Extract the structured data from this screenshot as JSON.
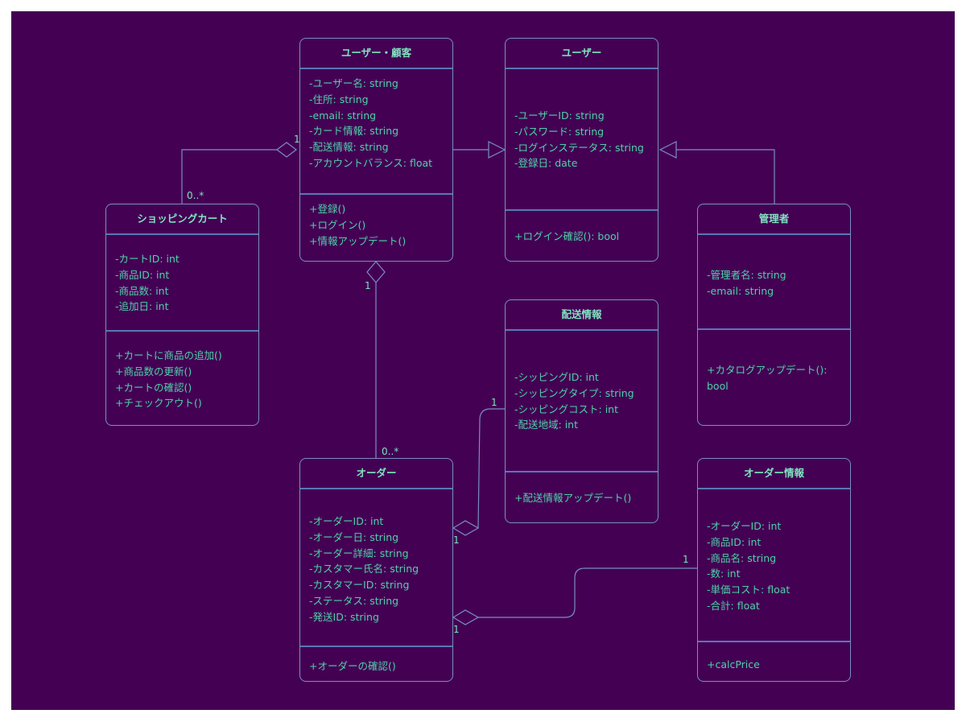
{
  "classes": {
    "customer": {
      "name": "ユーザー・顧客",
      "attributes": [
        "-ユーザー名: string",
        "-住所: string",
        "-email: string",
        "-カード情報: string",
        "-配送情報: string",
        "-アカウントバランス: float"
      ],
      "operations": [
        "+登録()",
        "+ログイン()",
        "+情報アップデート()"
      ]
    },
    "user": {
      "name": "ユーザー",
      "attributes": [
        "-ユーザーID: string",
        "-パスワード: string",
        "-ログインステータス: string",
        "-登録日: date"
      ],
      "operations": [
        "+ログイン確認(): bool"
      ]
    },
    "cart": {
      "name": "ショッピングカート",
      "attributes": [
        "-カートID: int",
        "-商品ID: int",
        "-商品数: int",
        "-追加日: int"
      ],
      "operations": [
        "+カートに商品の追加()",
        "+商品数の更新()",
        "+カートの確認()",
        "+チェックアウト()"
      ]
    },
    "admin": {
      "name": "管理者",
      "attributes": [
        "-管理者名: string",
        "-email: string"
      ],
      "operations": [
        "+カタログアップデート():",
        "bool"
      ]
    },
    "shipping": {
      "name": "配送情報",
      "attributes": [
        "-シッピングID: int",
        "-シッピングタイプ: string",
        "-シッピングコスト: int",
        "-配送地域: int"
      ],
      "operations": [
        "+配送情報アップデート()"
      ]
    },
    "order": {
      "name": "オーダー",
      "attributes": [
        "-オーダーID: int",
        "-オーダー日: string",
        "-オーダー詳細: string",
        "-カスタマー氏名: string",
        "-カスタマーID: string",
        "-ステータス: string",
        "-発送ID: string"
      ],
      "operations": [
        "+オーダーの確認()"
      ]
    },
    "detail": {
      "name": "オーダー情報",
      "attributes": [
        "-オーダーID: int",
        "-商品ID: int",
        "-商品名: string",
        "-数: int",
        "-単価コスト: float",
        "-合計: float"
      ],
      "operations": [
        "+calcPrice"
      ]
    }
  },
  "multiplicity": {
    "cart_customer_end": "1",
    "cart_cart_end": "0..*",
    "customer_order_end": "1",
    "order_customer_end": "0..*",
    "order_shipping_end": "1",
    "shipping_order_end": "1",
    "order_detail_end": "1",
    "detail_order_end": "1"
  },
  "colors": {
    "background": "#440154",
    "border": "#7a8ec2",
    "text": "#4fd1a8"
  }
}
